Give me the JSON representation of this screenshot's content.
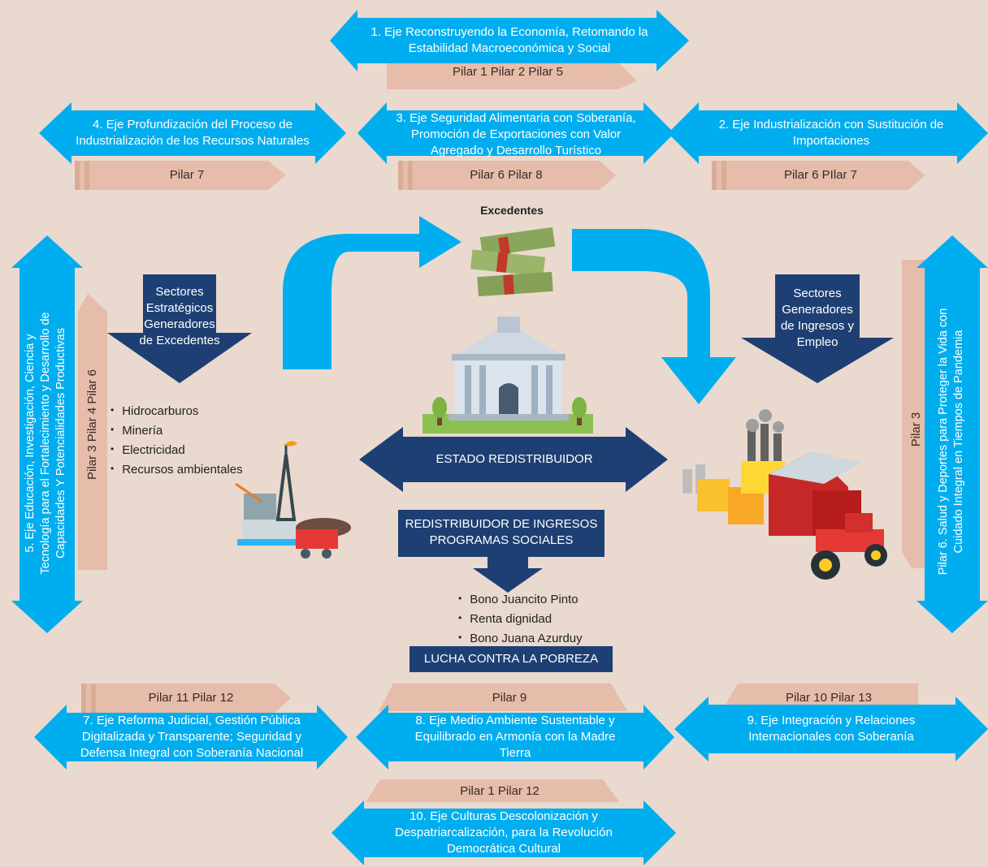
{
  "colors": {
    "background": "#ead9ce",
    "blue": "#00aeef",
    "navy": "#1e3f73",
    "pillar": "#e6bcaa"
  },
  "ejes": {
    "e1": "1. Eje Reconstruyendo la Economía, Retomando la\nEstabilidad Macroeconómica y Social",
    "e2": "2. Eje Industrialización con Sustitución de\nImportaciones",
    "e3": "3. Eje Seguridad Alimentaria con Soberanía,\nPromoción de Exportaciones con Valor\nAgregado y Desarrollo Turístico",
    "e4": "4. Eje Profundización del Proceso de\nIndustrialización de los Recursos Naturales",
    "e5": "5. Eje Educación, Investigación, Ciencia y\nTecnología para el Fortalecimiento y Desarrollo de\nCapacidades Y Potencialidades Productivas",
    "e6": "Pilar 6. Salud y Deportes para Proteger la Vida con\nCuidado Integral en Tiempos de Pandemia",
    "e7": "7. Eje Reforma Judicial, Gestión Pública\nDigitalizada y Transparente; Seguridad y\nDefensa Integral con Soberanía Nacional",
    "e8": "8. Eje Medio Ambiente Sustentable y\nEquilibrado en Armonía con la Madre\nTierra",
    "e9": "9. Eje Integración y Relaciones\nInternacionales con Soberanía",
    "e10": "10. Eje Culturas Descolonización y\nDespatriarcalización, para la Revolución\nDemocrática Cultural"
  },
  "pilares": {
    "p1": "Pilar 1   Pilar 2   Pilar 5",
    "p2": "Pilar 6  PIlar 7",
    "p3": "Pilar 6   Pilar 8",
    "p4": "Pilar 7",
    "p5": "Pilar 3   Pilar 4   Pilar 6",
    "p6": "Pilar 3",
    "p7": "Pilar 11   Pilar 12",
    "p8": "Pilar 9",
    "p9": "Pilar 10   Pilar 13",
    "p10": "Pilar 1   Pilar 12"
  },
  "center": {
    "excedentes": "Excedentes",
    "estrategicos": "Sectores\nEstratégicos\nGeneradores\nde Excedentes",
    "generadores": "Sectores\nGeneradores\nde Ingresos y\nEmpleo",
    "estado": "ESTADO REDISTRIBUIDOR",
    "redistribuidor": "REDISTRIBUIDOR DE INGRESOS\nPROGRAMAS SOCIALES",
    "lucha": "LUCHA CONTRA LA POBREZA",
    "sectores_list": [
      "Hidrocarburos",
      "Minería",
      "Electricidad",
      "Recursos ambientales"
    ],
    "bonos_list": [
      "Bono Juancito Pinto",
      "Renta dignidad",
      "Bono Juana Azurduy"
    ]
  }
}
